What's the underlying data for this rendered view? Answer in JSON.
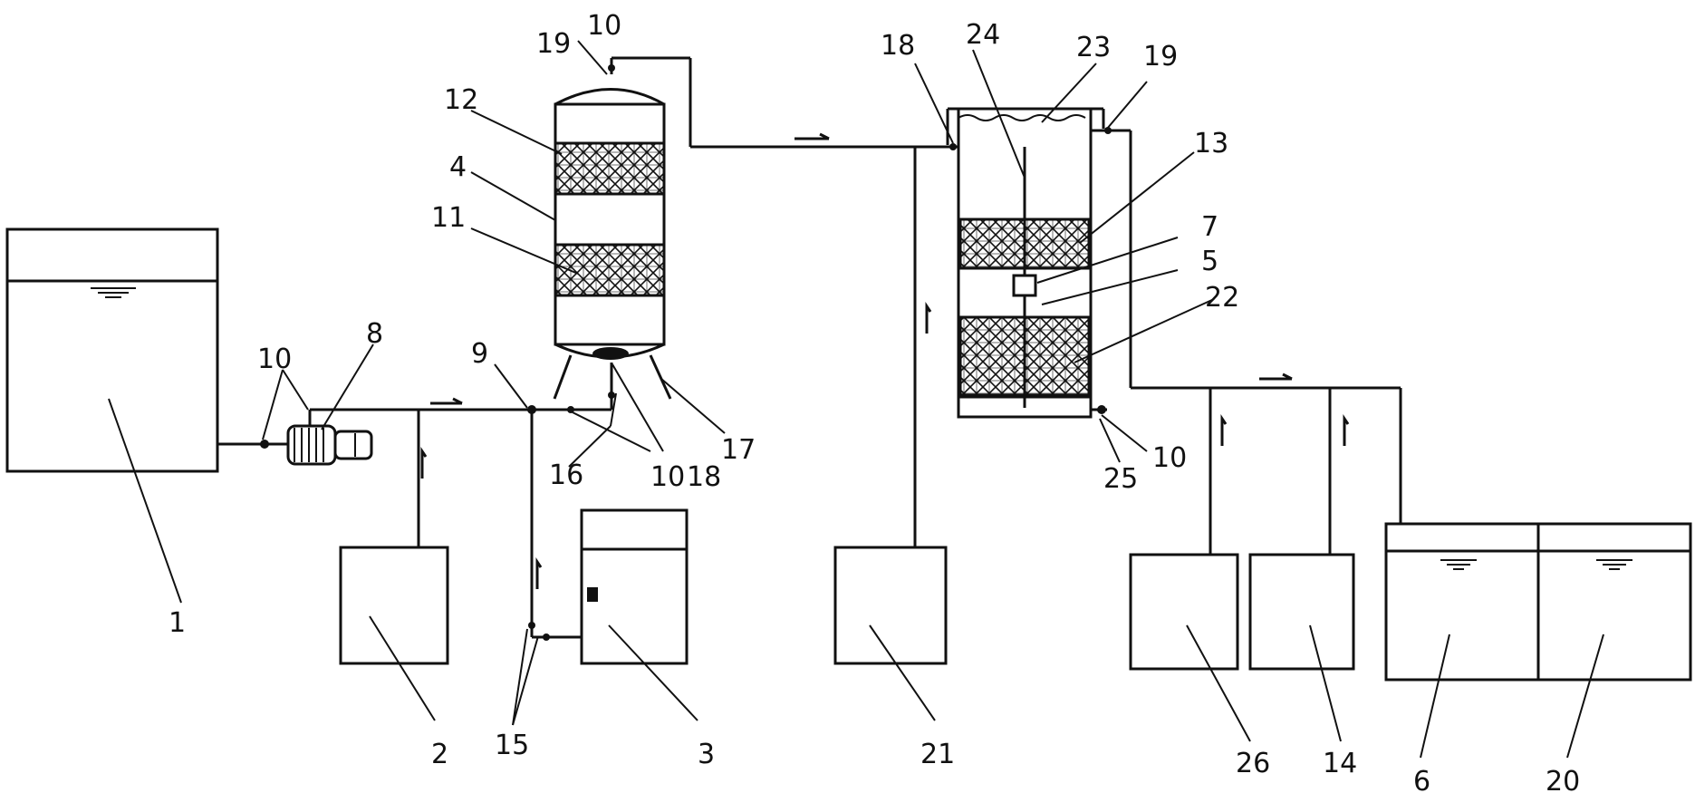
{
  "labels": {
    "l1": "1",
    "l2": "2",
    "l3": "3",
    "l4": "4",
    "l5": "5",
    "l6": "6",
    "l7": "7",
    "l8": "8",
    "l9": "9",
    "l10a": "10",
    "l10b": "10",
    "l10c": "10",
    "l10d": "10",
    "l11": "11",
    "l12": "12",
    "l13": "13",
    "l14": "14",
    "l15": "15",
    "l16": "16",
    "l17": "17",
    "l18a": "18",
    "l18b": "18",
    "l19a": "19",
    "l19b": "19",
    "l20": "20",
    "l21": "21",
    "l22": "22",
    "l23": "23",
    "l24": "24",
    "l25": "25",
    "l26": "26"
  },
  "colors": {
    "line": "#111111",
    "background": "#ffffff"
  }
}
